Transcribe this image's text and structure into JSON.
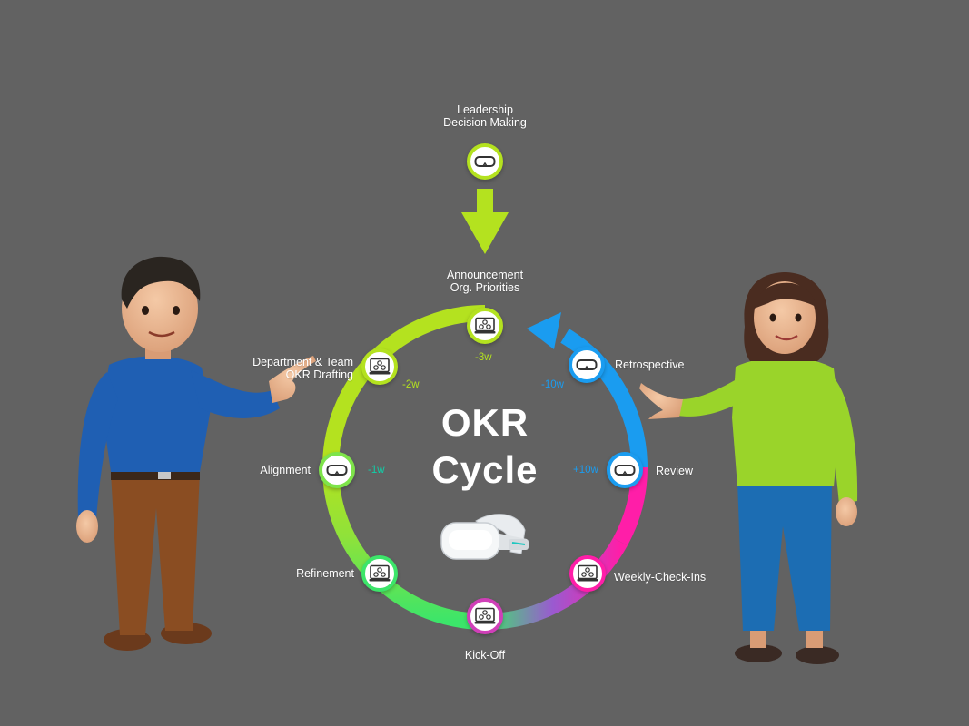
{
  "title": {
    "line1": "OKR",
    "line2": "Cycle"
  },
  "colors": {
    "background": "#626262",
    "lime": "#b4e21f",
    "green": "#3ce56a",
    "cyan": "#10cfa8",
    "blue": "#1a9cf0",
    "magenta": "#ff1ea8"
  },
  "leadership": {
    "label_line1": "Leadership",
    "label_line2": "Decision Making",
    "icon": "vr-headset-icon"
  },
  "announcement": {
    "label_line1": "Announcement",
    "label_line2": "Org. Priorities"
  },
  "stages": [
    {
      "id": "announcement",
      "time": "-3w",
      "icon": "laptop-team-icon"
    },
    {
      "id": "department-team-okr-drafting",
      "label_line1": "Department & Team",
      "label_line2": "OKR Drafting",
      "time": "-2w",
      "icon": "laptop-team-icon"
    },
    {
      "id": "alignment",
      "label": "Alignment",
      "time": "-1w",
      "icon": "vr-headset-icon"
    },
    {
      "id": "refinement",
      "label": "Refinement",
      "icon": "laptop-team-icon"
    },
    {
      "id": "kick-off",
      "label": "Kick-Off",
      "icon": "laptop-team-icon"
    },
    {
      "id": "weekly-check-ins",
      "label": "Weekly-Check-Ins",
      "icon": "laptop-team-icon"
    },
    {
      "id": "review",
      "label": "Review",
      "time": "+10w",
      "icon": "vr-headset-icon"
    },
    {
      "id": "retrospective",
      "label": "Retrospective",
      "time": "-10w",
      "icon": "vr-headset-icon"
    }
  ],
  "illustrations": {
    "left_person": "man-in-blue-sweater-pointing",
    "right_person": "woman-in-green-sweater-presenting",
    "center_device": "vr-headset"
  }
}
